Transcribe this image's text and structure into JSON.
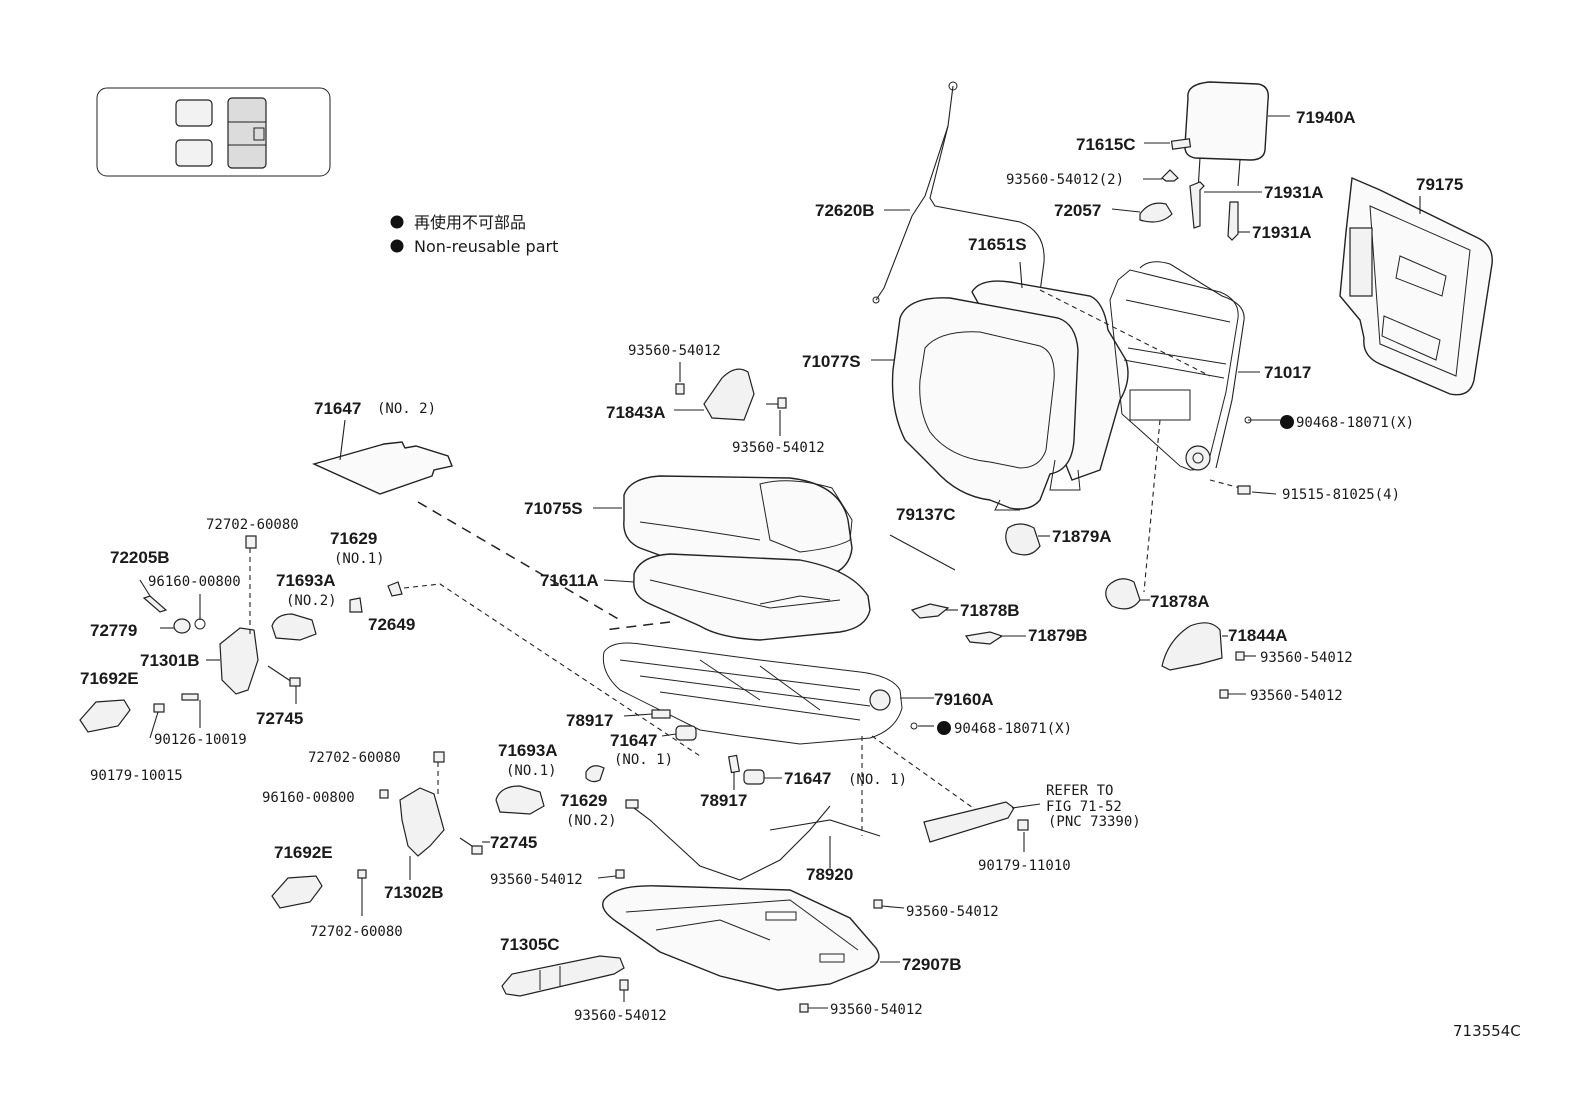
{
  "legend": {
    "line_jp": "再使用不可部品",
    "line_en": "Non-reusable part"
  },
  "figure_id": "713554C",
  "labels": {
    "p71940A": "71940A",
    "p71615C": "71615C",
    "p93560_54012_2": "93560-54012(2)",
    "p71931A_1": "71931A",
    "p71931A_2": "71931A",
    "p72057": "72057",
    "p72620B": "72620B",
    "p71651S": "71651S",
    "p79175": "79175",
    "p71077S": "71077S",
    "p71017": "71017",
    "p90468_a": "90468-18071(X)",
    "p91515": "91515-81025(4)",
    "p93560_a": "93560-54012",
    "p71843A": "71843A",
    "p93560_b": "93560-54012",
    "p71647_no2": "71647",
    "p71647_no2_note": "(NO. 2)",
    "p71075S": "71075S",
    "p79137C": "79137C",
    "p71879A": "71879A",
    "p71611A": "71611A",
    "p71878A": "71878A",
    "p71878B": "71878B",
    "p71879B": "71879B",
    "p71844A": "71844A",
    "p93560_c": "93560-54012",
    "p93560_d": "93560-54012",
    "p79160A": "79160A",
    "p90468_b": "90468-18071(X)",
    "p72702_a": "72702-60080",
    "p71629_a": "71629",
    "p71629_a_note": "(NO.1)",
    "p72205B": "72205B",
    "p96160_a": "96160-00800",
    "p71693A_a": "71693A",
    "p71693A_a_note": "(NO.2)",
    "p72649": "72649",
    "p72779": "72779",
    "p71301B": "71301B",
    "p71692E_a": "71692E",
    "p72745_a": "72745",
    "p90126": "90126-10019",
    "p90179_a": "90179-10015",
    "p78917_a": "78917",
    "p71647_a": "71647",
    "p71647_a_note": "(NO. 1)",
    "p78917_b": "78917",
    "p71647_b": "71647",
    "p71647_b_note": "(NO. 1)",
    "refer_1": "REFER TO",
    "refer_2": "FIG 71-52",
    "refer_3": "(PNC 73390)",
    "p72702_b": "72702-60080",
    "p71693A_b": "71693A",
    "p71693A_b_note": "(NO.1)",
    "p96160_b": "96160-00800",
    "p71629_b": "71629",
    "p71629_b_note": "(NO.2)",
    "p90179_b": "90179-11010",
    "p72745_b": "72745",
    "p71692E_b": "71692E",
    "p71302B": "71302B",
    "p78920": "78920",
    "p93560_e": "93560-54012",
    "p93560_f": "93560-54012",
    "p72702_c": "72702-60080",
    "p71305C": "71305C",
    "p72907B": "72907B",
    "p93560_g": "93560-54012",
    "p93560_h": "93560-54012"
  }
}
